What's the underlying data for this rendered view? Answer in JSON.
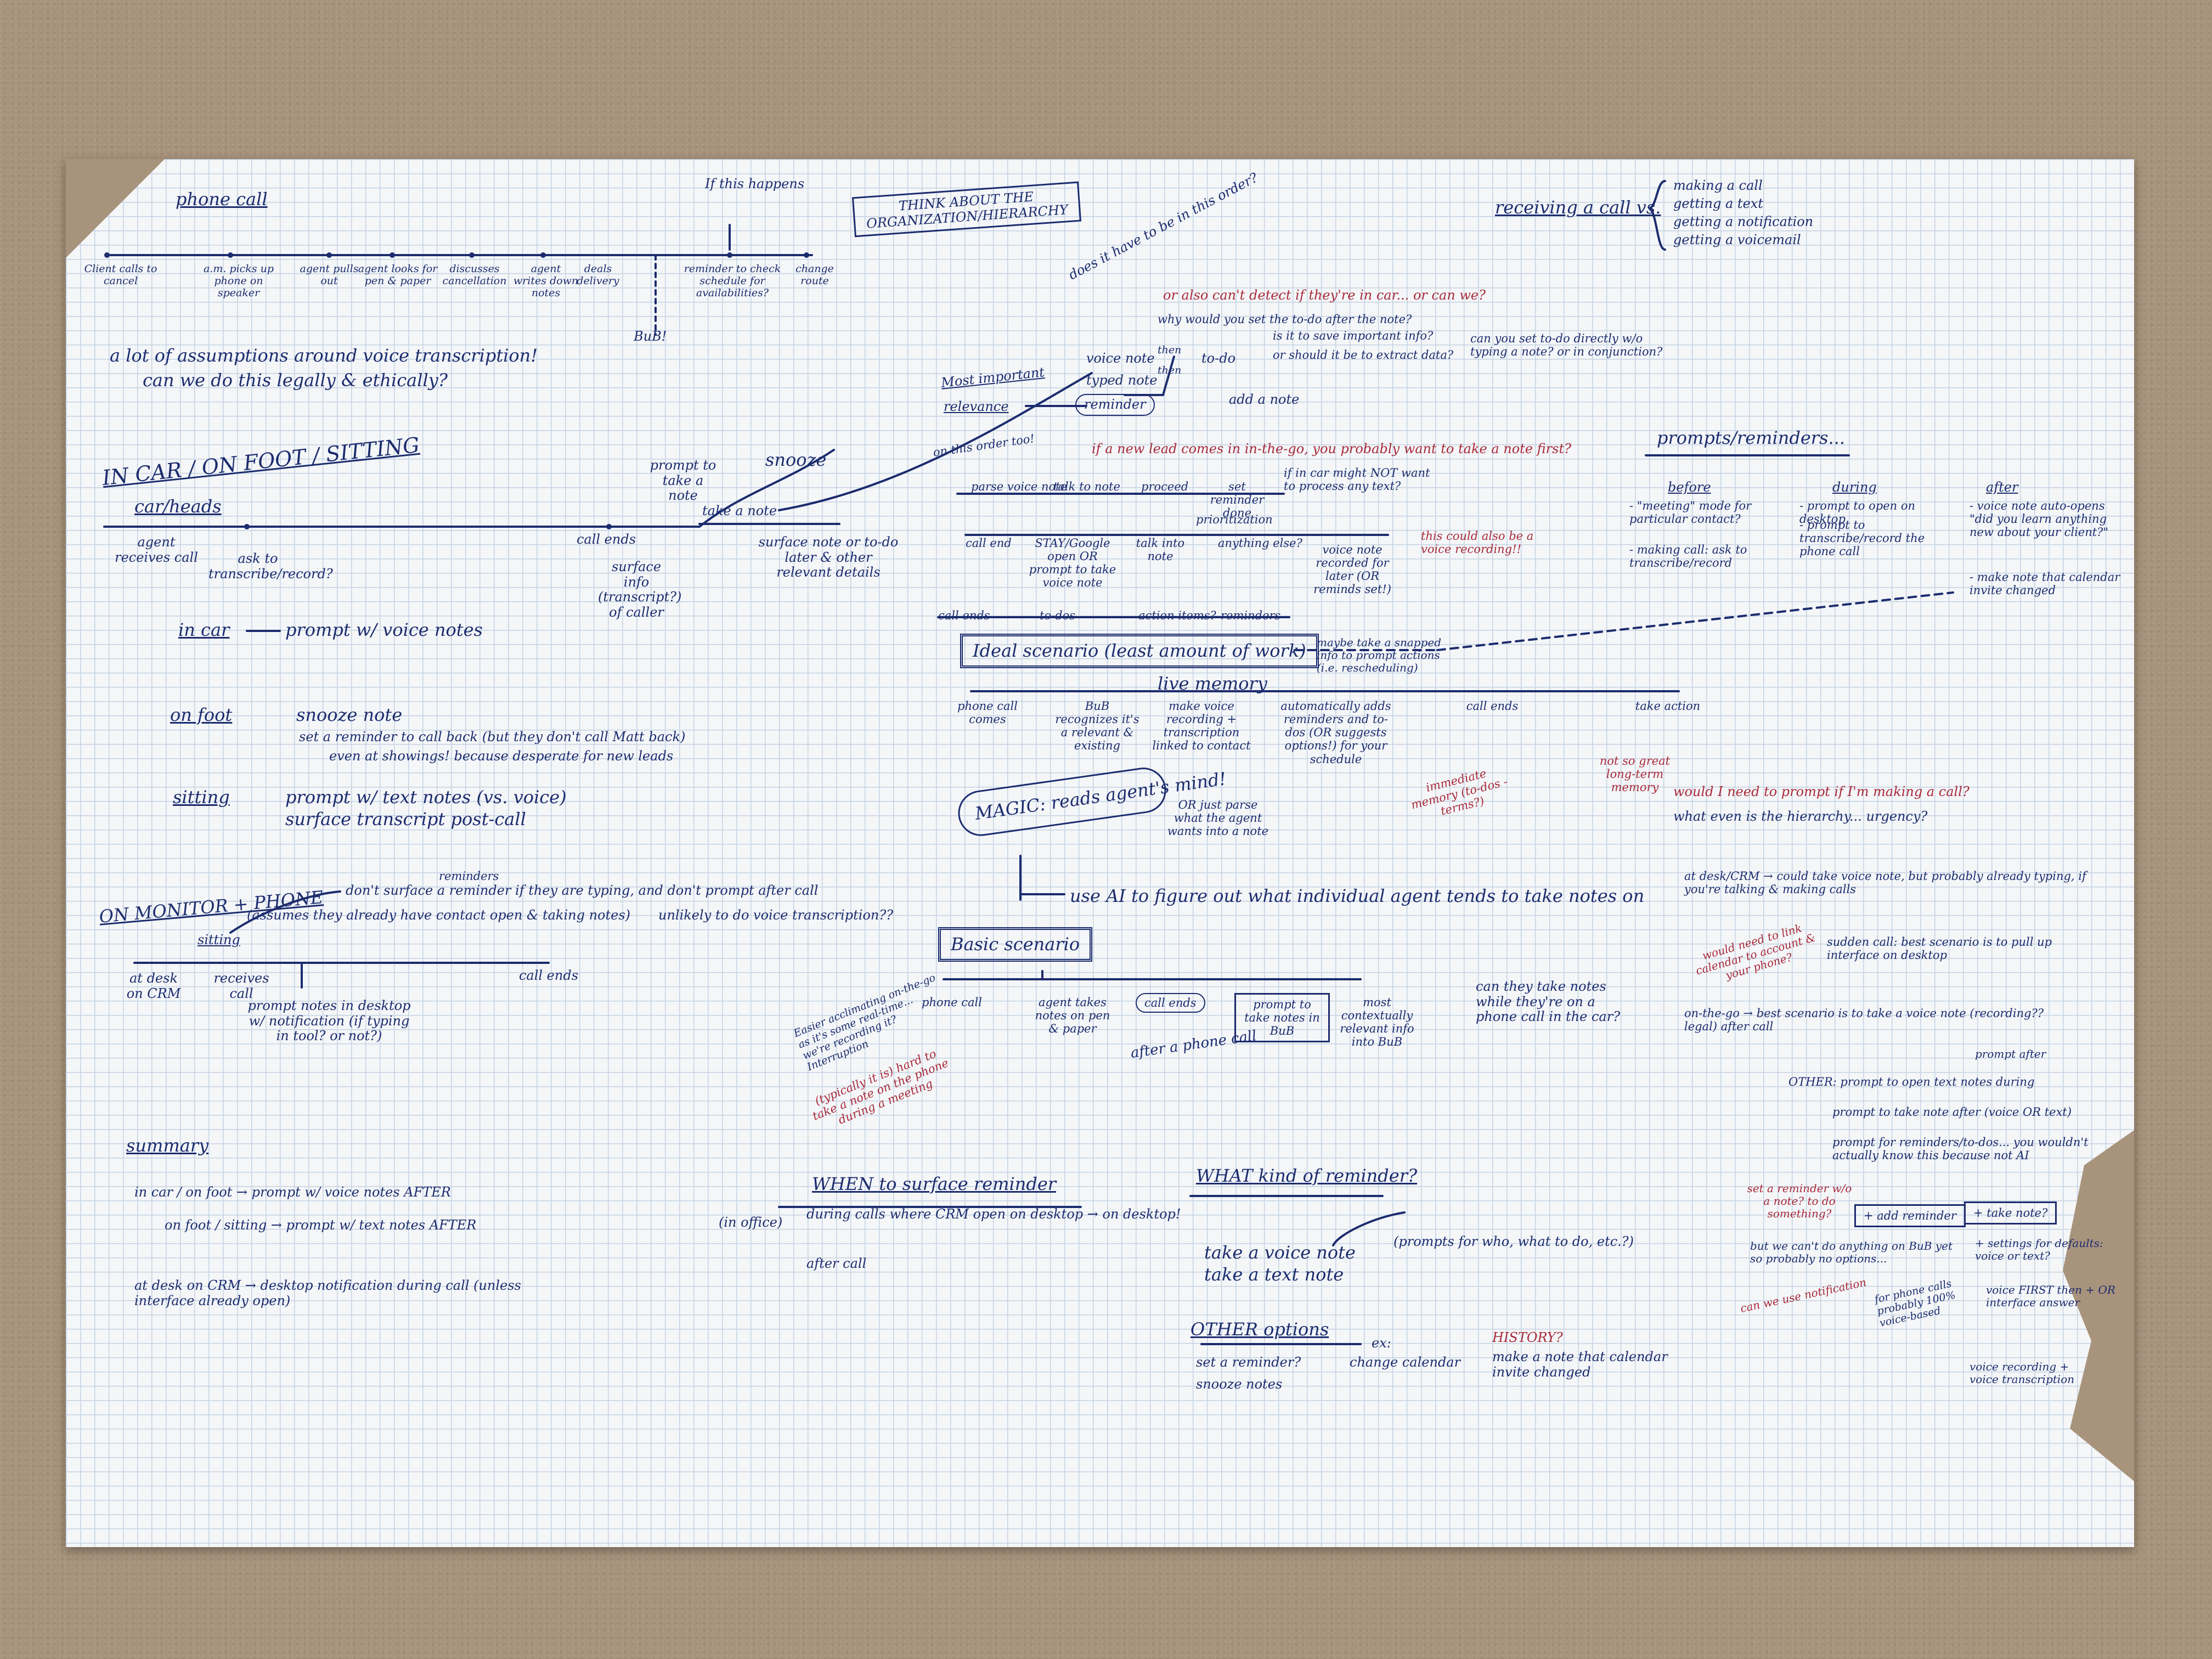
{
  "timeline_phone": {
    "title": "phone call",
    "steps": [
      "Client calls to cancel",
      "a.m. picks up phone on speaker",
      "agent pulls out",
      "agent looks for pen & paper",
      "discusses cancellation",
      "agent writes down notes",
      "deals delivery",
      "reminder to check schedule for availabilities?",
      "change route"
    ],
    "marker": "If this happens",
    "bub": "BuB!"
  },
  "think_box": "THINK ABOUT THE ORGANIZATION/HIERARCHY",
  "receiving": {
    "label": "receiving a call vs.",
    "items": [
      "making a call",
      "getting a text",
      "getting a notification",
      "getting a voicemail"
    ]
  },
  "assumptions": [
    "a lot of assumptions around voice transcription!",
    "can we do this legally & ethically?"
  ],
  "in_car_header": "IN CAR / ON FOOT / SITTING",
  "car_timeline": {
    "title": "car/heads",
    "steps": [
      "agent receives call",
      "ask to transcribe/record?",
      "call ends",
      "surface info (transcript?) of caller"
    ],
    "prompt": "prompt to take a note",
    "snooze": "snooze",
    "take_note": "take a note",
    "surface": "surface note or to-do later & other relevant details"
  },
  "in_car": [
    "in car",
    "prompt w/ voice notes"
  ],
  "on_foot": [
    "on foot",
    "snooze note",
    "set a reminder to call back (but they don't call Matt back)",
    "even at showings! because desperate for new leads"
  ],
  "sitting": [
    "sitting",
    "prompt w/ text notes (vs. voice)",
    "surface transcript post-call"
  ],
  "monitor": {
    "title": "ON MONITOR + PHONE",
    "reminders": "reminders",
    "rule": "don't surface a reminder if they are typing, and don't prompt after call",
    "assume": "(assumes they already have contact open & taking notes)",
    "unlikely": "unlikely to do voice transcription??",
    "sub": "sitting",
    "steps": [
      "at desk on CRM",
      "receives call",
      "call ends"
    ],
    "prompt": "prompt notes in desktop w/ notification (if typing in tool? or not?)"
  },
  "summary": {
    "title": "summary",
    "lines": [
      "in car / on foot → prompt w/ voice notes AFTER",
      "on foot / sitting → prompt w/ text notes AFTER",
      "at desk on CRM → desktop notification during call (unless interface already open)"
    ]
  },
  "hierarchy": {
    "question": "does it have to be in this order?",
    "red_q": "or also can't detect if they're in car... or can we?",
    "why": "why would you set the to-do after the note?",
    "save": "is it to save important info?",
    "extract": "or should it be to extract data?",
    "set_todo": "can you set to-do directly w/o typing a note? or in conjunction?",
    "voice": "voice note",
    "typed": "typed note",
    "then1": "then",
    "then2": "then",
    "todo": "to-do",
    "reminder": "reminder",
    "add": "add a note",
    "most": "Most important",
    "relevance": "relevance"
  },
  "ideal": {
    "top_label": "on this order too!",
    "red_if": "if a new lead comes in in-the-go, you probably want to take a note first?",
    "steps_top": [
      "parse voice note",
      "talk to note",
      "proceed",
      "set reminder done"
    ],
    "car_q": "if in car might NOT want to process any text?",
    "prioritization": "prioritization",
    "steps_mid": [
      "call end",
      "STAY/Google open OR prompt to take voice note",
      "talk into note",
      "anything else?",
      "voice note recorded for later (OR reminds set!)"
    ],
    "voice_bracket": "this could also be a voice recording!!",
    "labels3": [
      "call ends",
      "to-dos",
      "action items?",
      "reminders"
    ],
    "box": "Ideal scenario (least amount of work)",
    "live": "live memory",
    "side": "maybe take a snapped info to prompt actions (i.e. rescheduling)",
    "steps_bottom": [
      "phone call comes",
      "BuB recognizes it's a relevant & existing",
      "make voice recording + transcription linked to contact",
      "automatically adds reminders and to-dos (OR suggests options!) for your schedule",
      "call ends",
      "take action"
    ],
    "or_parse": "OR just parse what the agent wants into a note",
    "red_imm": "immediate memory (to-dos - terms?)",
    "red_long": "not so great long-term memory",
    "magic": "MAGIC: reads agent's mind!",
    "use_ai": "use AI to figure out what individual agent tends to take notes on"
  },
  "prompts_panel": {
    "title": "prompts/reminders...",
    "before": "before",
    "during": "during",
    "after": "after",
    "before_items": [
      "- \"meeting\" mode for particular contact?",
      "- making call: ask to transcribe/record"
    ],
    "during_items": [
      "- prompt to open on desktop",
      "- prompt to transcribe/record the phone call"
    ],
    "after_items": [
      "- voice note auto-opens \"did you learn anything new about your client?\"",
      "- make note that calendar invite changed"
    ]
  },
  "right_notes": {
    "red_q": "would I need to prompt if I'm making a call?",
    "hier": "what even is the hierarchy... urgency?",
    "desk": "at desk/CRM → could take voice note, but probably already typing, if you're talking & making calls",
    "sudden": "sudden call: best scenario is to pull up interface on desktop",
    "red_link": "would need to link calendar to account & your phone?",
    "go": "on-the-go → best scenario is to take a voice note (recording?? legal) after call",
    "prompt_after": "prompt after",
    "other": "OTHER: prompt to open text notes during",
    "after2": "prompt to take note after (voice OR text)",
    "reminders": "prompt for reminders/to-dos... you wouldn't actually know this because not AI",
    "red_set": "set a reminder w/o a note? to do something?",
    "btn_add": "+ add reminder",
    "btn_take": "+ take note?",
    "bub_cant": "but we can't do anything on BuB yet so probably no options...",
    "red_can": "can we use notification",
    "settings": "+ settings for defaults: voice or text?",
    "voice_first": "voice FIRST then + OR interface answer",
    "phone": "for phone calls probably 100% voice-based",
    "voice_rec": "voice recording + voice transcription"
  },
  "basic": {
    "box": "Basic scenario",
    "steps": [
      "phone call",
      "agent takes notes on pen & paper",
      "call ends",
      "prompt to take notes in BuB",
      "most contextually relevant info into BuB"
    ],
    "left_note": "Easier acclimating on-the-go as it's some real-time... we're recording it? Interruption",
    "red_note": "(typically it is) hard to take a note on the phone during a meeting",
    "after_call": "after a phone call",
    "car_q": "can they take notes while they're on a phone call in the car?"
  },
  "when": {
    "title": "WHEN to surface reminder",
    "office": "(in office)",
    "during": "during calls where CRM open on desktop → on desktop!",
    "after": "after call"
  },
  "what": {
    "title": "WHAT kind of reminder?",
    "items": [
      "take a voice note",
      "take a text note"
    ],
    "prompts": "(prompts for who, what to do, etc.?)"
  },
  "other_opts": {
    "title": "OTHER options",
    "ex": "ex:",
    "items": [
      "set a reminder?",
      "snooze notes"
    ],
    "change": "change calendar",
    "history": "HISTORY?",
    "make": "make a note that calendar invite changed"
  }
}
